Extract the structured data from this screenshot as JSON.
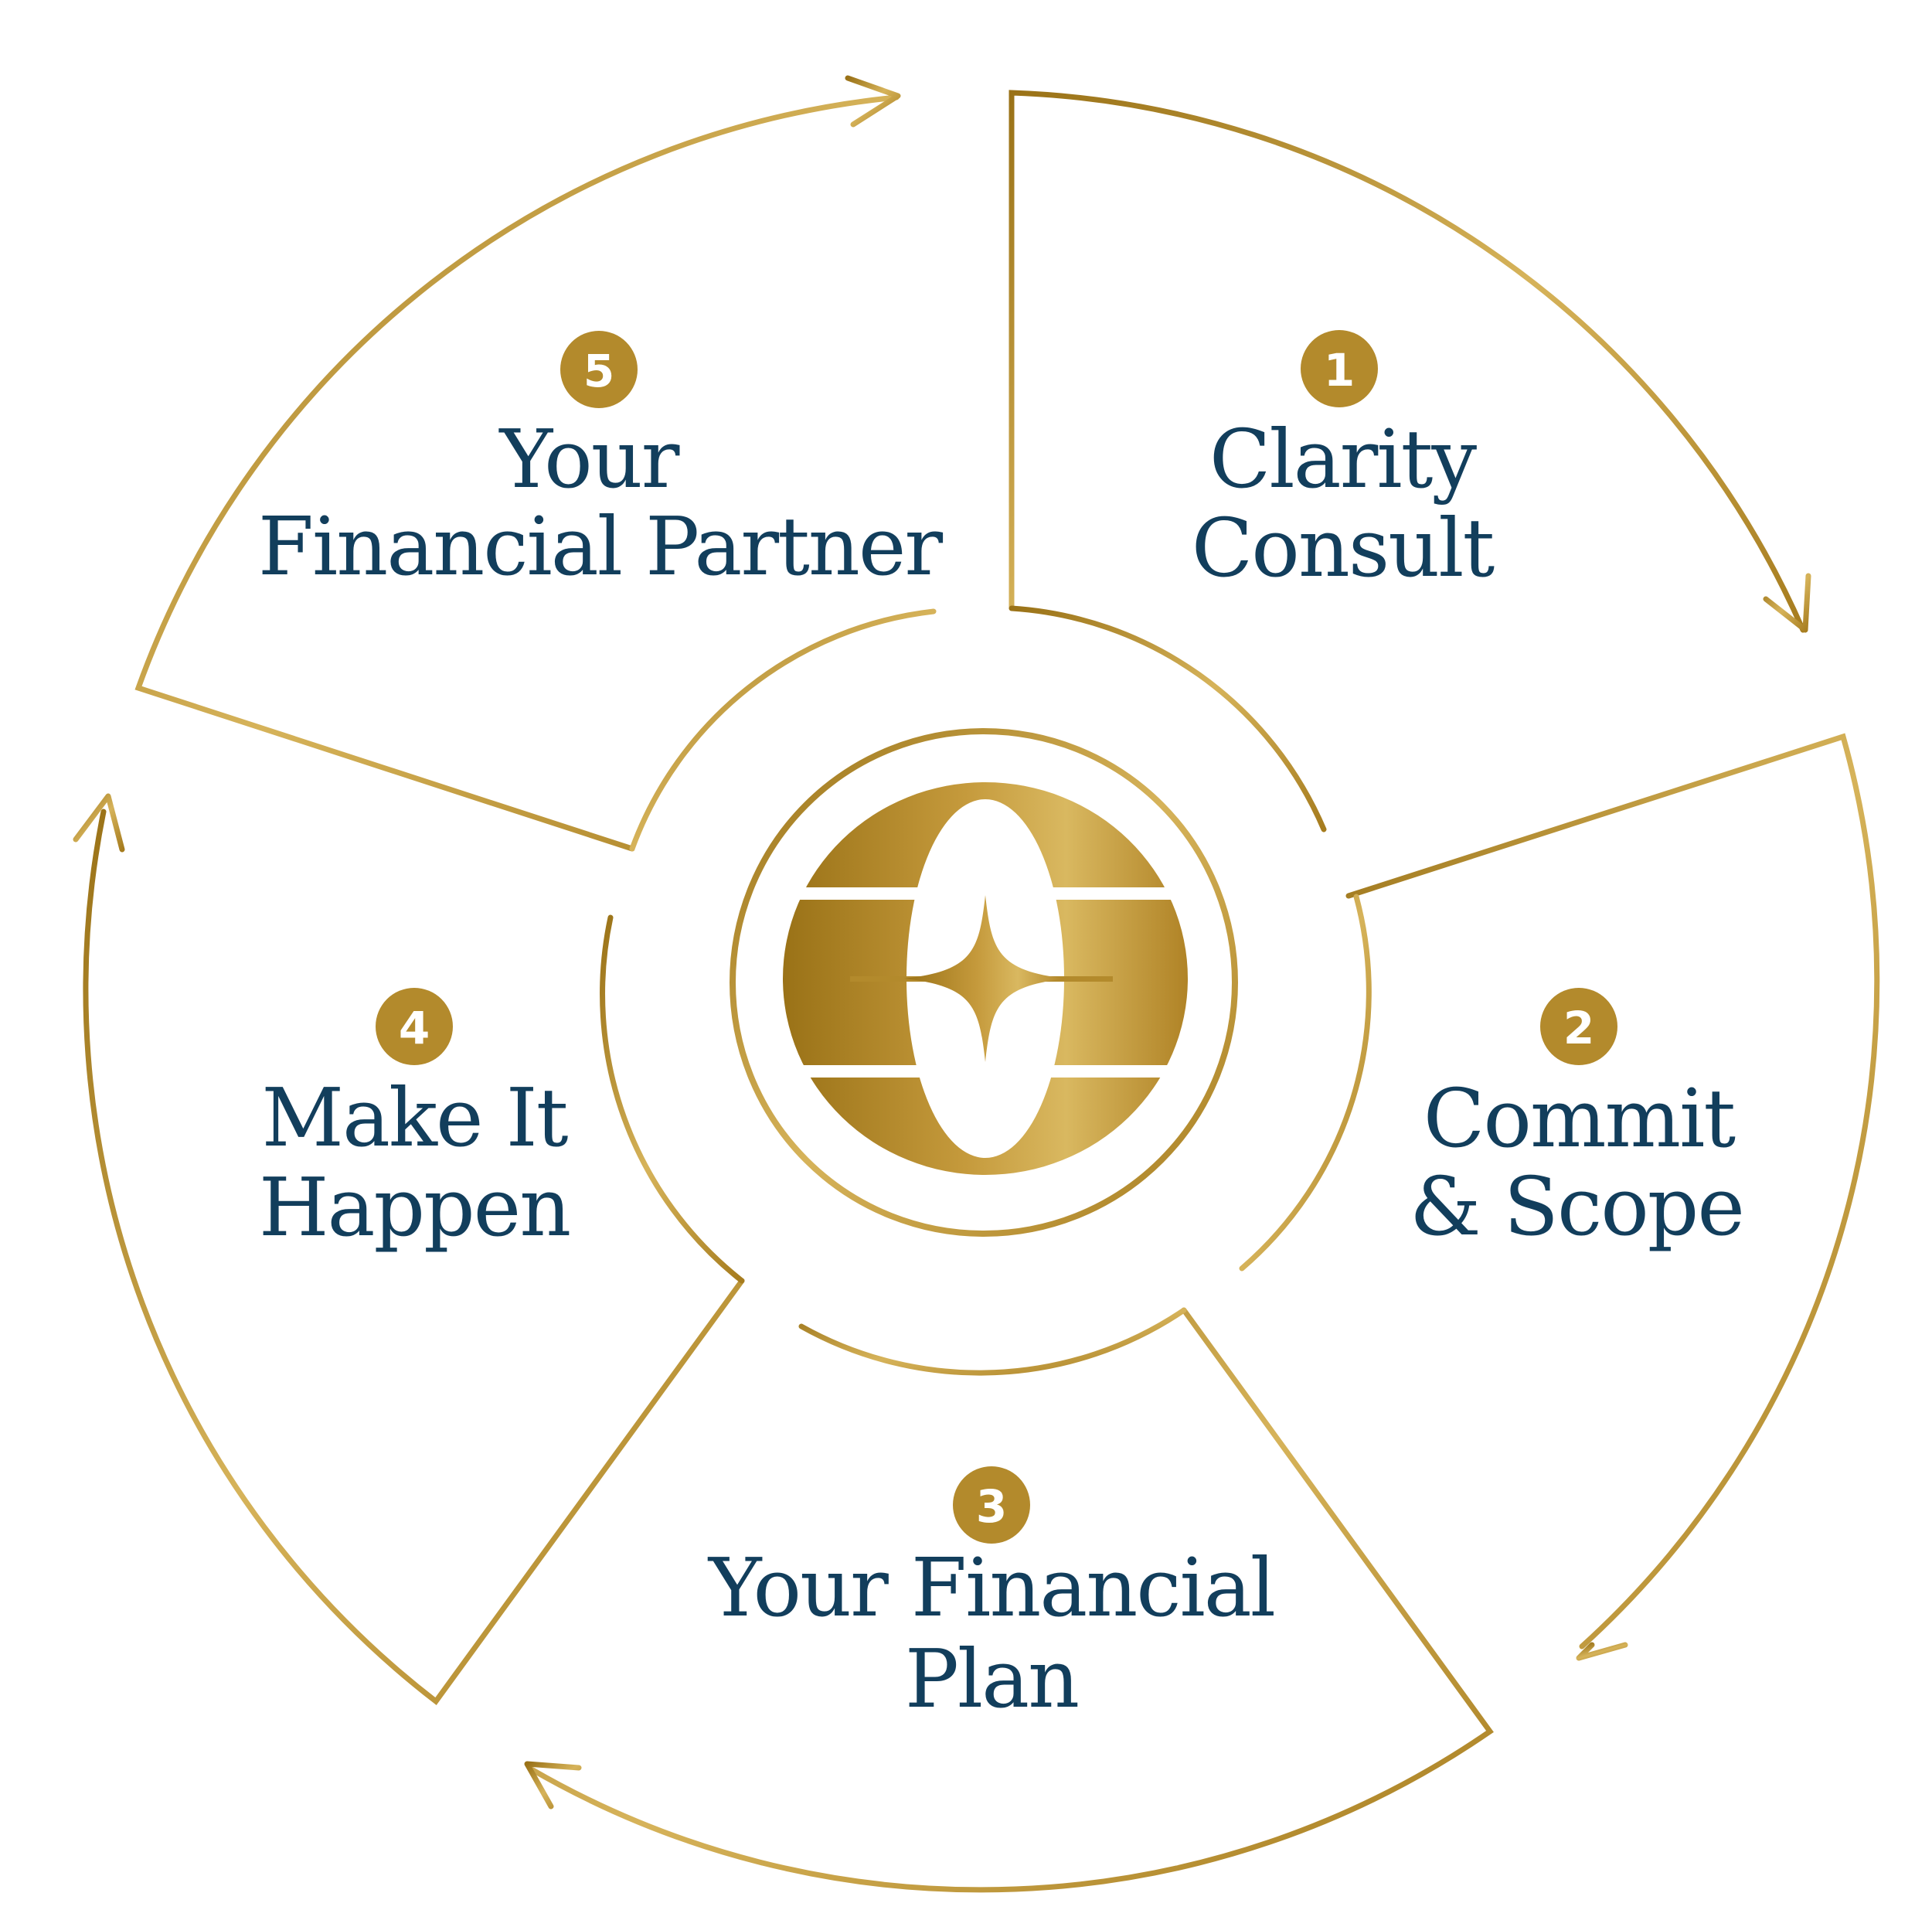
{
  "colors": {
    "gold": "#b38a2c",
    "gold_light": "#d6b35a",
    "gold_dark": "#9a7217",
    "navy": "#123e5c",
    "background": "#ffffff"
  },
  "center_logo": {
    "icon": "monogram-o-star-icon"
  },
  "steps": [
    {
      "number": "1",
      "line1": "Clarity",
      "line2": "Consult"
    },
    {
      "number": "2",
      "line1": "Commit",
      "line2": "& Scope"
    },
    {
      "number": "3",
      "line1": "Your Financial",
      "line2": "Plan"
    },
    {
      "number": "4",
      "line1": "Make It",
      "line2": "Happen"
    },
    {
      "number": "5",
      "line1": "Your",
      "line2": "Financial Partner"
    }
  ]
}
